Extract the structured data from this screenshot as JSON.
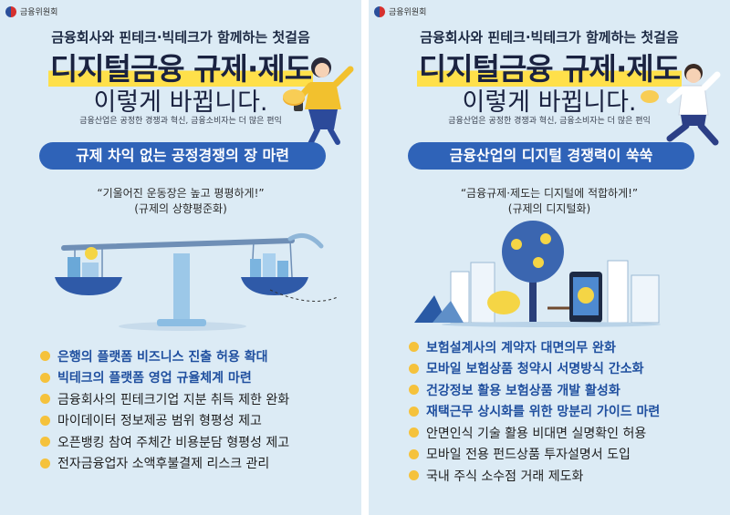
{
  "left": {
    "logo_text": "금융위원회",
    "tagline": "금융회사와 핀테크·빅테크가 함께하는 첫걸음",
    "title": "디지털금융 규제·제도",
    "subtitle": "이렇게 바뀝니다.",
    "small": "금융산업은 공정한 경쟁과 혁신, 금융소비자는 더 많은 편익",
    "pill": "규제 차익 없는 공정경쟁의 장 마련",
    "quote_line1": "“기울어진 운동장은 높고 평평하게!”",
    "quote_line2": "(규제의 상향평준화)",
    "items": [
      {
        "text": "은행의 플랫폼 비즈니스 진출 허용 확대",
        "emphasis": true
      },
      {
        "text": "빅테크의 플랫폼 영업 규율체계 마련",
        "emphasis": true
      },
      {
        "text": "금융회사의 핀테크기업 지분 취득 제한 완화",
        "emphasis": false
      },
      {
        "text": "마이데이터 정보제공 범위 형평성 제고",
        "emphasis": false
      },
      {
        "text": "오픈뱅킹 참여 주체간 비용분담 형평성 제고",
        "emphasis": false
      },
      {
        "text": "전자금융업자 소액후불결제 리스크 관리",
        "emphasis": false
      }
    ]
  },
  "right": {
    "logo_text": "금융위원회",
    "tagline": "금융회사와 핀테크·빅테크가 함께하는 첫걸음",
    "title": "디지털금융 규제·제도",
    "subtitle": "이렇게 바뀝니다.",
    "small": "금융산업은 공정한 경쟁과 혁신, 금융소비자는 더 많은 편익",
    "pill": "금융산업의 디지털 경쟁력이 쑥쑥",
    "quote_line1": "“금융규제·제도는 디지털에 적합하게!”",
    "quote_line2": "(규제의 디지털화)",
    "items": [
      {
        "text": "보험설계사의 계약자 대면의무 완화",
        "emphasis": true
      },
      {
        "text": "모바일 보험상품 청약시 서명방식 간소화",
        "emphasis": true
      },
      {
        "text": "건강정보 활용 보험상품 개발 활성화",
        "emphasis": true
      },
      {
        "text": "재택근무 상시화를 위한 망분리 가이드 마련",
        "emphasis": true
      },
      {
        "text": "안면인식 기술 활용 비대면 실명확인 허용",
        "emphasis": false
      },
      {
        "text": "모바일 전용 펀드상품 투자설명서 도입",
        "emphasis": false
      },
      {
        "text": "국내 주식 소수점 거래 제도화",
        "emphasis": false
      }
    ]
  },
  "colors": {
    "panel_bg": "#dcebf5",
    "pill_blue": "#2f63b8",
    "highlight_yellow": "#ffe04a",
    "bullet_yellow": "#f5c23c",
    "emphasis_text": "#1f4f9f"
  }
}
